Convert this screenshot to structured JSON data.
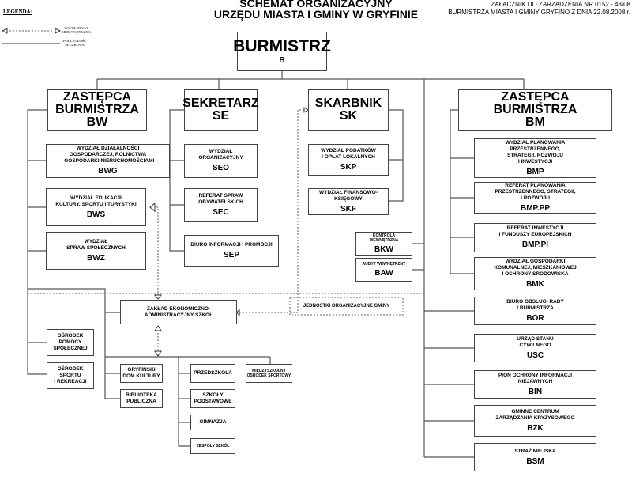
{
  "title": {
    "line1": "SCHEMAT ORGANIZACYJNY",
    "line2": "URZĘDU MIASTA I GMINY W GRYFINIE"
  },
  "note": {
    "line1": "ZAŁĄCZNIK DO ZARZĄDZENIA NR 0152 - 48/08",
    "line2": "BURMISTRZA MIASTA I GMINY GRYFINO Z DNIA  22.08.2008 r."
  },
  "legend": {
    "title": "LEGENDA:",
    "cooperation1": "WSPÓŁPRACA",
    "cooperation2": "MERYTORYCZNA",
    "subordination1": "PODLEGŁOŚĆ",
    "subordination2": "SŁUŻBOWA"
  },
  "burmistrz": {
    "name": "BURMISTRZ",
    "code": "B"
  },
  "bw": {
    "name1": "ZASTĘPCA",
    "name2": "BURMISTRZA",
    "code": "BW"
  },
  "se": {
    "name": "SEKRETARZ",
    "code": "SE"
  },
  "sk": {
    "name": "SKARBNIK",
    "code": "SK"
  },
  "bm": {
    "name": "ZASTĘPCA BURMISTRZA",
    "code": "BM"
  },
  "units": {
    "bwg": {
      "l1": "WYDZIAŁ DZIAŁALNOŚCI",
      "l2": "GOSPODARCZEJ, ROLNICTWA",
      "l3": "I GOSPODARKI NIERUCHOMOŚCIAMI",
      "code": "BWG"
    },
    "bws": {
      "l1": "WYDZIAŁ EDUKACJI",
      "l2": "KULTURY, SPORTU I TURYSTYKI",
      "code": "BWS"
    },
    "bwz": {
      "l1": "WYDZIAŁ",
      "l2": "SPRAW SPOŁECZNYCH",
      "code": "BWZ"
    },
    "seo": {
      "l1": "WYDZIAŁ",
      "l2": "ORGANIZACYJNY",
      "code": "SEO"
    },
    "sec": {
      "l1": "REFERAT SPRAW",
      "l2": "OBYWATELSKICH",
      "code": "SEC"
    },
    "sep": {
      "l1": "BIURO INFORMACJI I PROMOCJI",
      "code": "SEP"
    },
    "skp": {
      "l1": "WYDZIAŁ PODATKÓW",
      "l2": "I OPŁAT LOKALNYCH",
      "code": "SKP"
    },
    "skf": {
      "l1": "WYDZIAŁ FINANSOWO-",
      "l2": "KSIĘGOWY",
      "code": "SKF"
    },
    "bkw": {
      "l1": "KONTROLA",
      "l2": "WEWNĘTRZNA",
      "code": "BKW"
    },
    "baw": {
      "l1": "AUDYT WEWNĘTRZNY",
      "code": "BAW"
    },
    "bmp": {
      "l1": "WYDZIAŁ PLANOWANIA",
      "l2": "PRZESTRZENNEGO,",
      "l3": "STRATEGII, ROZWOJU",
      "l4": "I INWESTYCJI",
      "code": "BMP"
    },
    "bmpp": {
      "l1": "REFERAT PLANOWANIA",
      "l2": "PRZESTRZENNEGO, STRATEGII,",
      "l3": "I ROZWOJU",
      "code": "BMP.PP"
    },
    "bmpi": {
      "l1": "REFERAT INWESTYCJI",
      "l2": "I FUNDUSZY EUROPEJSKICH",
      "code": "BMP.PI"
    },
    "bmk": {
      "l1": "WYDZIAŁ GOSPODARKI",
      "l2": "KOMUNALNEJ, MIESZKANIOWEJ",
      "l3": "I OCHRONY ŚRODOWISKA",
      "code": "BMK"
    },
    "bor": {
      "l1": "BIURO OBSŁUGI RADY",
      "l2": "I BURMISTRZA",
      "code": "BOR"
    },
    "usc": {
      "l1": "URZĄD STANU",
      "l2": "CYWILNEGO",
      "code": "USC"
    },
    "bin": {
      "l1": "PION OCHRONY INFORMACJI",
      "l2": "NIEJAWNYCH",
      "code": "BIN"
    },
    "bzk": {
      "l1": "GMINNE CENTRUM",
      "l2": "ZARZĄDZANIA KRYZYSOWEGO",
      "code": "BZK"
    },
    "bsm": {
      "l1": "STRAŻ MIEJSKA",
      "code": "BSM"
    }
  },
  "jednostki": "JEDNOSTKI ORGANIZACYJNE GMINY",
  "zaklad": {
    "l1": "ZAKŁAD EKONOMICZNO-",
    "l2": "ADMINISTRACYJNY SZKÓŁ"
  },
  "ops": {
    "l1": "OŚRODEK",
    "l2": "POMOCY",
    "l3": "SPOŁECZNEJ"
  },
  "osir": {
    "l1": "OŚRODEK",
    "l2": "SPORTU",
    "l3": "I REKREACJI"
  },
  "gdk": {
    "l1": "GRYFIŃSKI",
    "l2": "DOM KULTURY"
  },
  "bp": {
    "l1": "BIBLIOTEKA",
    "l2": "PUBLICZNA"
  },
  "przedszkola": "PRZEDSZKOLA",
  "szkoly": {
    "l1": "SZKOŁY",
    "l2": "PODSTAWOWE"
  },
  "gimnazja": "GIMNAZJA",
  "zespoly": "ZESPOŁY SZKÓŁ",
  "mos": {
    "l1": "MIĘDZYSZKOLNY",
    "l2": "OŚRODEK SPORTOWY"
  }
}
